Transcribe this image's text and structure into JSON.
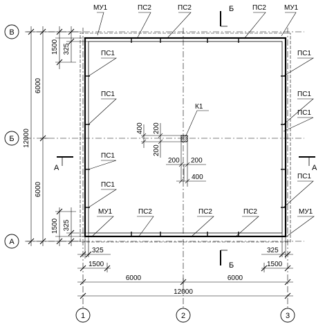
{
  "axes": {
    "rows": [
      "В",
      "Б",
      "А"
    ],
    "cols": [
      "1",
      "2",
      "3"
    ]
  },
  "top_labels": [
    "МУ1",
    "ПС2",
    "ПС2",
    "ПС2",
    "МУ1"
  ],
  "bottom_labels": [
    "МУ1",
    "ПС2",
    "ПС2",
    "ПС2",
    "МУ1"
  ],
  "left_labels": [
    "ПС1",
    "ПС1",
    "ПС1",
    "ПС1"
  ],
  "right_labels": [
    "ПС1",
    "ПС1",
    "ПС1",
    "ПС1"
  ],
  "column_label": "К1",
  "sections": {
    "a": "А",
    "b": "Б"
  },
  "dims": {
    "total": "12000",
    "half": "6000",
    "edge": "1500",
    "offset": "325",
    "col_a": "400",
    "col_b": "200"
  }
}
